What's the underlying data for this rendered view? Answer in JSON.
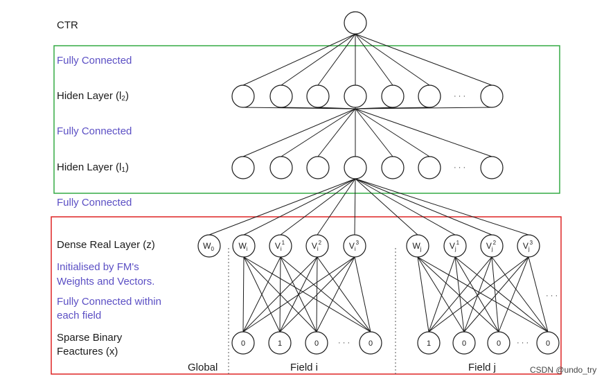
{
  "labels": {
    "ctr": "CTR",
    "fc_top": "Fully Connected",
    "hidden2_text": "Hiden Layer (l",
    "hidden2_sub": "2",
    "hidden2_close": ")",
    "fc_mid": "Fully Connected",
    "hidden1_text": "Hiden Layer (l",
    "hidden1_sub": "1",
    "hidden1_close": ")",
    "fc_bottom": "Fully Connected",
    "dense": "Dense Real Layer (z)",
    "init_line1": "Initialised by FM's",
    "init_line2": "Weights and Vectors.",
    "fc_field_line1": "Fully Connected within",
    "fc_field_line2": "each field",
    "sparse_line1": "Sparse Binary",
    "sparse_line2": "Feactures (x)",
    "global": "Global",
    "field_i": "Field i",
    "field_j": "Field j",
    "ellipsis": "· · ·",
    "watermark": "CSDN @undo_try"
  },
  "dense_nodes": [
    {
      "base": "W",
      "sub": "0",
      "sup": ""
    },
    {
      "base": "W",
      "sub": "i",
      "sup": ""
    },
    {
      "base": "V",
      "sub": "i",
      "sup": "1"
    },
    {
      "base": "V",
      "sub": "i",
      "sup": "2"
    },
    {
      "base": "V",
      "sub": "i",
      "sup": "3"
    },
    {
      "base": "W",
      "sub": "j",
      "sup": ""
    },
    {
      "base": "V",
      "sub": "j",
      "sup": "1"
    },
    {
      "base": "V",
      "sub": "j",
      "sup": "2"
    },
    {
      "base": "V",
      "sub": "j",
      "sup": "3"
    }
  ],
  "sparse_field_i": [
    "0",
    "1",
    "0",
    "0"
  ],
  "sparse_field_j": [
    "1",
    "0",
    "0",
    "0"
  ],
  "colors": {
    "ink": "#1a1a1a",
    "blue_text": "#5b4fc4",
    "green_box": "#33aa44",
    "red_box": "#dd2222",
    "watermark": "#444444"
  }
}
